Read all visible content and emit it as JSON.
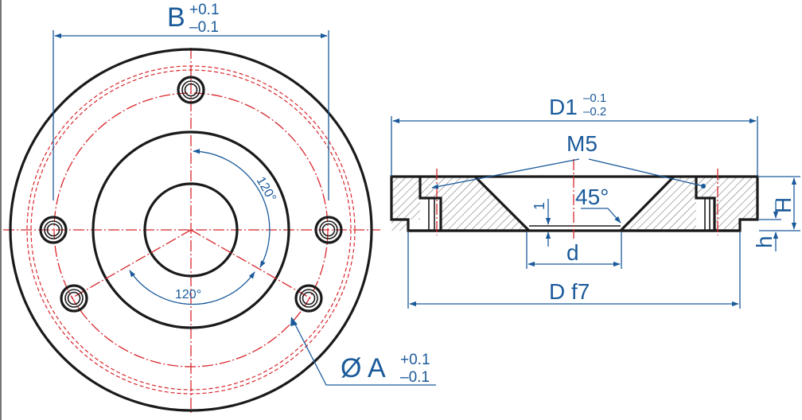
{
  "front_view": {
    "dim_B": {
      "base": "B",
      "tol_upper": "+0.1",
      "tol_lower": "–0.1"
    },
    "dim_A": {
      "base": "Ø A",
      "tol_upper": "+0.1",
      "tol_lower": "–0.1"
    },
    "angle_upper": "120°",
    "angle_lower": "120°"
  },
  "side_view": {
    "dim_D1": {
      "base": "D1",
      "tol_upper": "–0.1",
      "tol_lower": "–0.2"
    },
    "thread": "M5",
    "chamfer_angle": "45°",
    "chamfer_depth": "1",
    "bore": "d",
    "outer": "D f7",
    "height": "H",
    "step": "h"
  },
  "colors": {
    "outline": "#1a1a1a",
    "dimension": "#1a5a9a",
    "centerline": "#d8262c"
  }
}
